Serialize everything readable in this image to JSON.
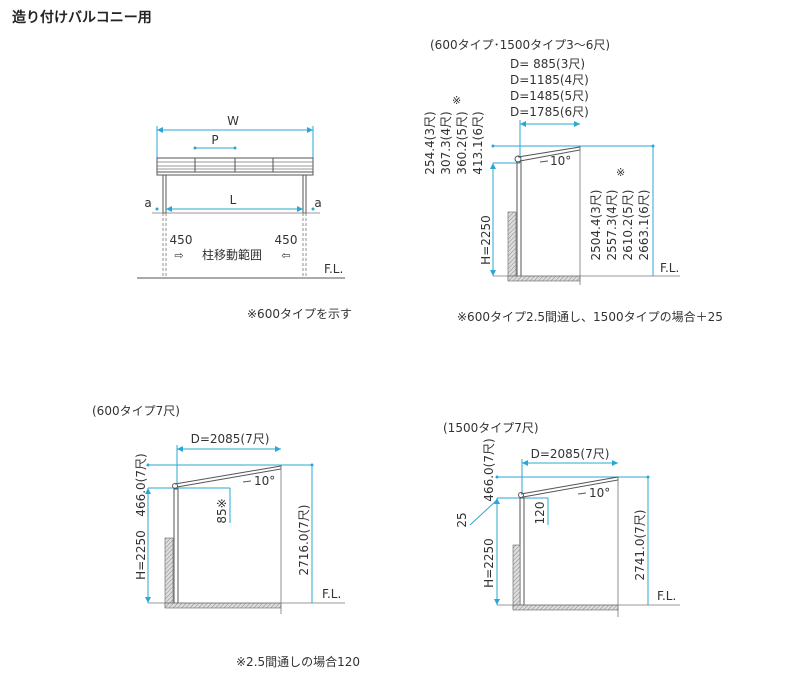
{
  "title": "造り付けバルコニー用",
  "front_view": {
    "w_label": "W",
    "p_label": "P",
    "l_label": "L",
    "a_left": "a",
    "a_right": "a",
    "dim_left": "450",
    "dim_right": "450",
    "range_label": "柱移動範囲",
    "arrow_right": "⇨",
    "arrow_left": "⇦",
    "fl": "F.L.",
    "note": "※600タイプを示す"
  },
  "side_3_6": {
    "heading": "(600タイプ･1500タイプ3～6尺)",
    "depths": [
      "D=  885(3尺)",
      "D=1185(4尺)",
      "D=1485(5尺)",
      "D=1785(6尺)"
    ],
    "rise_values": [
      "254.4(3尺)",
      "307.3(4尺)",
      "360.2(5尺)",
      "413.1(6尺)"
    ],
    "rise_mark": "※",
    "height": "H=2250",
    "total_values": [
      "2504.4(3尺)",
      "2557.3(4尺)",
      "2610.2(5尺)",
      "2663.1(6尺)"
    ],
    "total_mark": "※",
    "slope": "10°",
    "fl": "F.L.",
    "note": "※600タイプ2.5間通し、1500タイプの場合＋25"
  },
  "side_600_7": {
    "heading": "(600タイプ7尺)",
    "depth": "D=2085(7尺)",
    "rise": "466.0(7尺)",
    "height": "H=2250",
    "beam": "85※",
    "total": "2716.0(7尺)",
    "slope": "10°",
    "fl": "F.L.",
    "note": "※2.5間通しの場合120"
  },
  "side_1500_7": {
    "heading": "(1500タイプ7尺)",
    "depth": "D=2085(7尺)",
    "rise": "466.0(7尺)",
    "offset": "25",
    "height": "H=2250",
    "beam": "120",
    "total": "2741.0(7尺)",
    "slope": "10°",
    "fl": "F.L."
  },
  "colors": {
    "dimension": "#2aa7d6",
    "line": "#555555"
  }
}
